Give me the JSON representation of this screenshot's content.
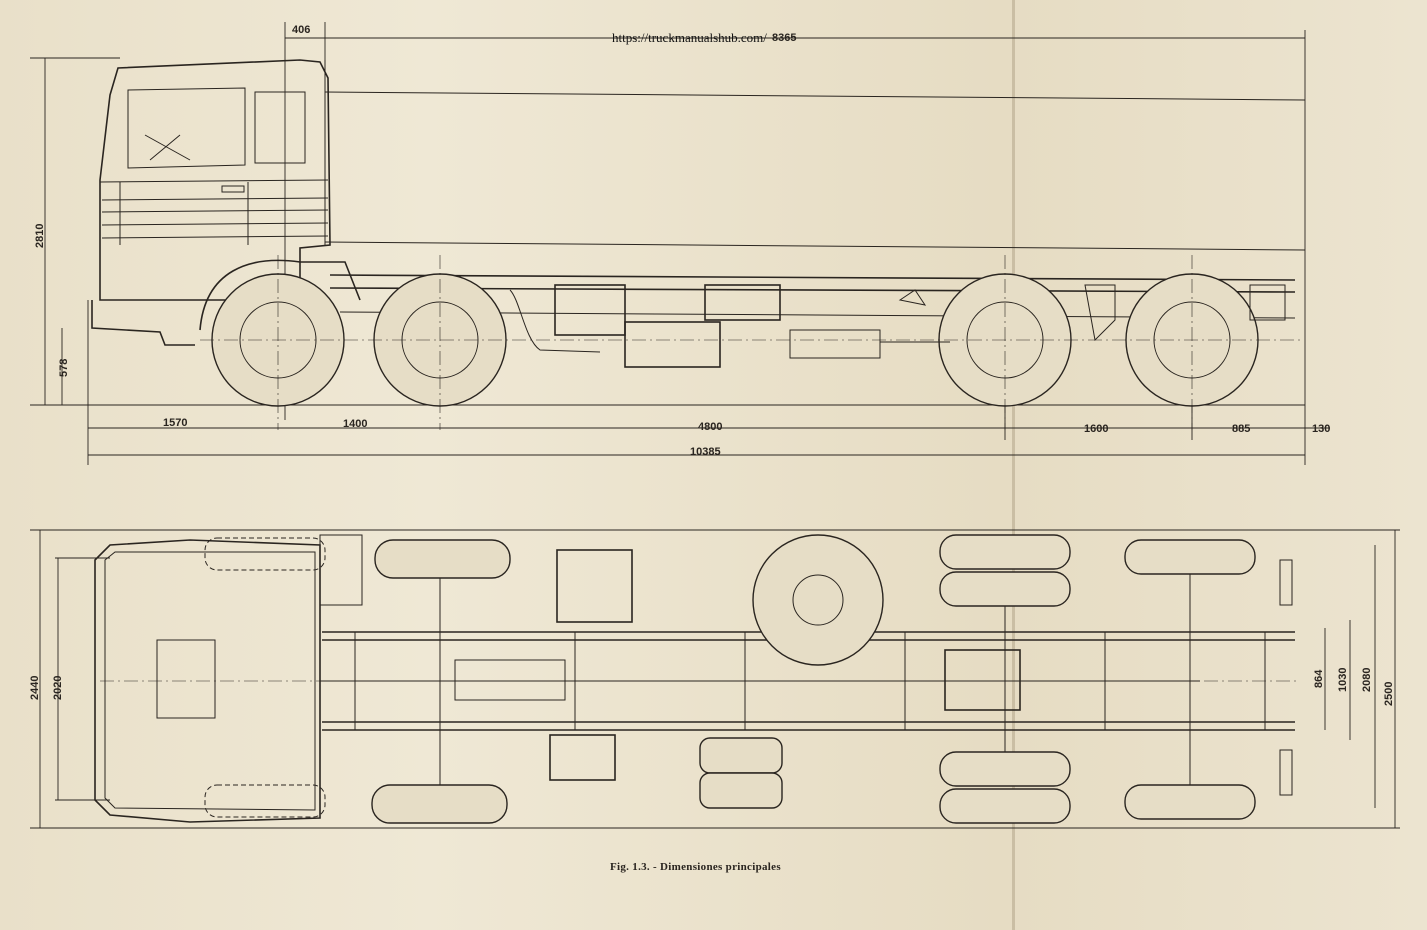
{
  "watermark_url": "https://truckmanualshub.com/",
  "caption": "Fig. 1.3. - Dimensiones principales",
  "side_view": {
    "top_dims": [
      "406",
      "8365"
    ],
    "vertical_dims": [
      "2810",
      "578"
    ],
    "bottom_dims": [
      "1570",
      "1400",
      "4800",
      "1600",
      "885",
      "130"
    ],
    "overall_length": "10385"
  },
  "plan_view": {
    "left_dims": [
      "2440",
      "2020"
    ],
    "right_dims": [
      "864",
      "1030",
      "2080",
      "2500"
    ]
  }
}
